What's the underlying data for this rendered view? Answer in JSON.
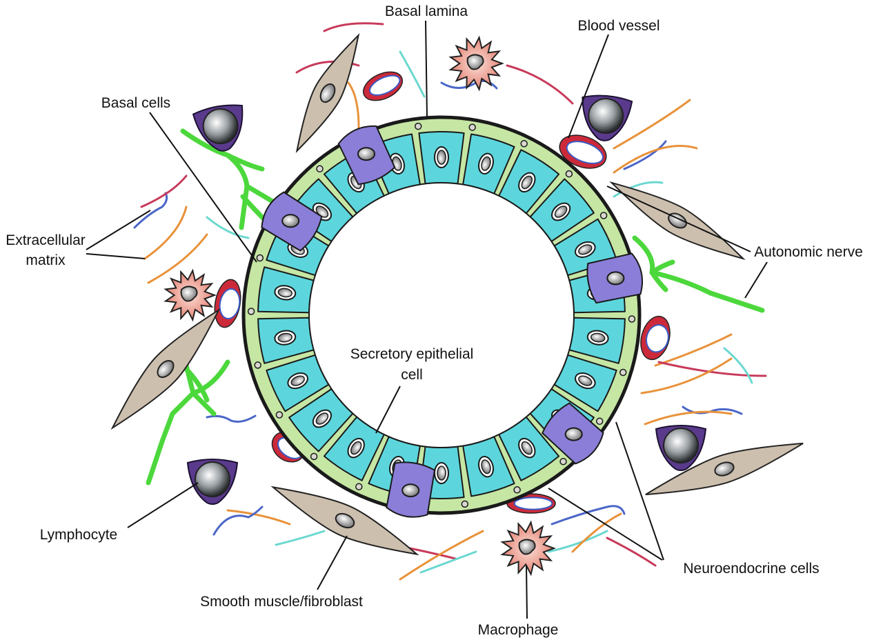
{
  "labels": {
    "basal_lamina": "Basal lamina",
    "blood_vessel": "Blood vessel",
    "basal_cells": "Basal cells",
    "extracellular_matrix_line1": "Extracellular",
    "extracellular_matrix_line2": "matrix",
    "autonomic_nerve": "Autonomic nerve",
    "secretory_cell_line1": "Secretory epithelial",
    "secretory_cell_line2": "cell",
    "lymphocyte": "Lymphocyte",
    "smooth_muscle": "Smooth muscle/fibroblast",
    "neuroendocrine": "Neuroendocrine cells",
    "macrophage": "Macrophage"
  },
  "colors": {
    "secretory_cell": "#5cd6dc",
    "basal_cell": "#c6e6a4",
    "neuroendocrine_cell": "#8a7ed8",
    "lymphocyte": "#5a3a8c",
    "fibroblast": "#cdbfae",
    "macrophage": "#e8907e",
    "nerve": "#4cd83c",
    "vessel_red": "#cc2a3a",
    "vessel_blue": "#3a5ac4",
    "fiber_orange": "#e8923a",
    "fiber_blue": "#4a66c8",
    "fiber_teal": "#6ad8d0",
    "fiber_crimson": "#c83a5a"
  }
}
